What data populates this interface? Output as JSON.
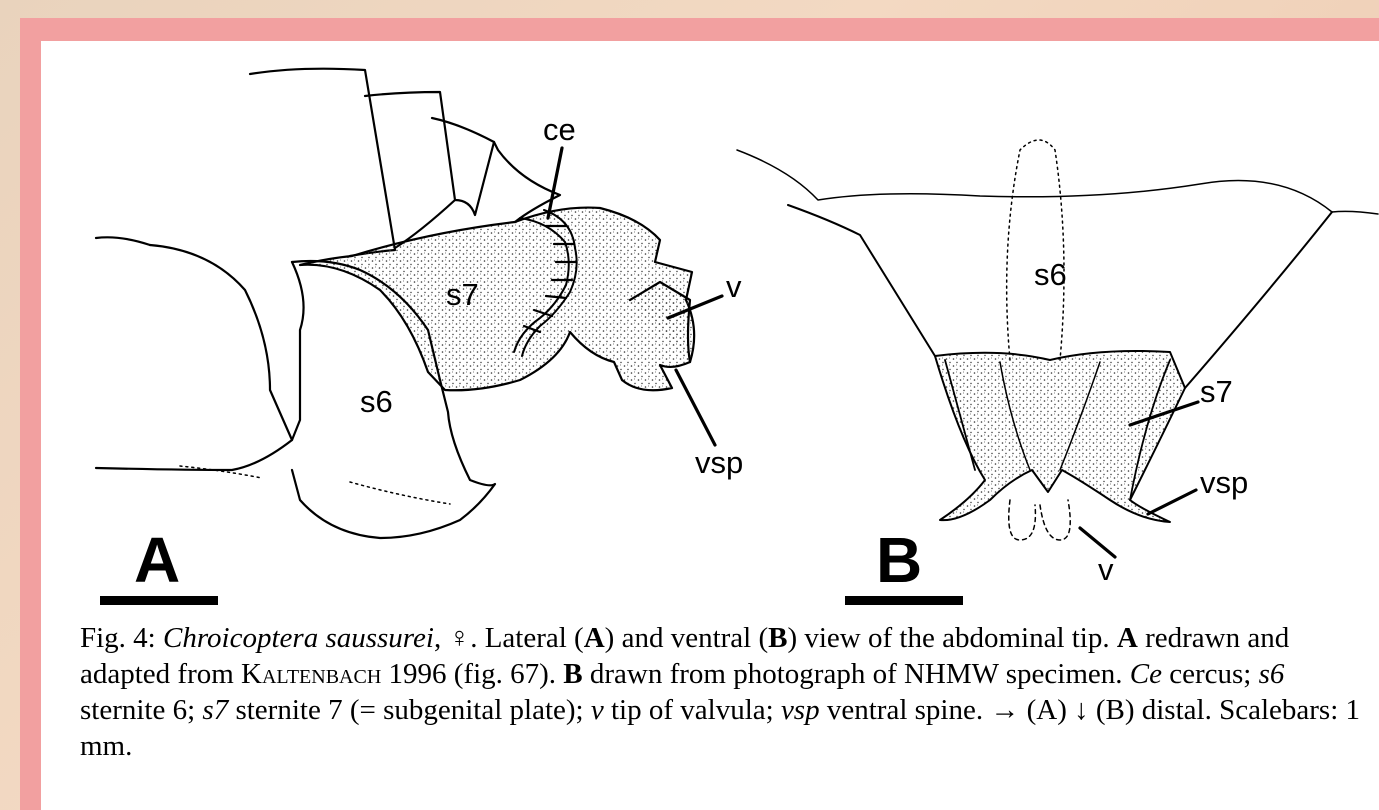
{
  "figure": {
    "panel_a": {
      "letter": "A",
      "labels": {
        "ce": "ce",
        "s7": "s7",
        "v": "v",
        "s6": "s6",
        "vsp": "vsp"
      }
    },
    "panel_b": {
      "letter": "B",
      "labels": {
        "s6": "s6",
        "s7": "s7",
        "vsp": "vsp",
        "v": "v"
      }
    }
  },
  "caption": {
    "fig_label": "Fig. 4:",
    "species": "Chroicoptera saussurei",
    "after_species": ", ♀. Lateral (",
    "a1": "A",
    "mid1": ") and ventral (",
    "b1": "B",
    "mid2": ") view of the abdominal tip. ",
    "a2": "A",
    "mid3": " redrawn and adapted from ",
    "author": "Kaltenbach",
    "mid4": " 1996 (fig. 67). ",
    "b2": "B",
    "mid5": " drawn from photograph of NHMW specimen. ",
    "t_ce": "Ce",
    "d_ce": " cercus; ",
    "t_s6": "s6",
    "d_s6": " sternite 6; ",
    "t_s7": "s7",
    "d_s7": " sternite 7 (= subgenital plate); ",
    "t_v": "v",
    "d_v": " tip of valvula; ",
    "t_vsp": "vsp",
    "d_vsp": " ventral spine. → (A) ↓ (B) distal. Scalebars: 1 mm."
  }
}
